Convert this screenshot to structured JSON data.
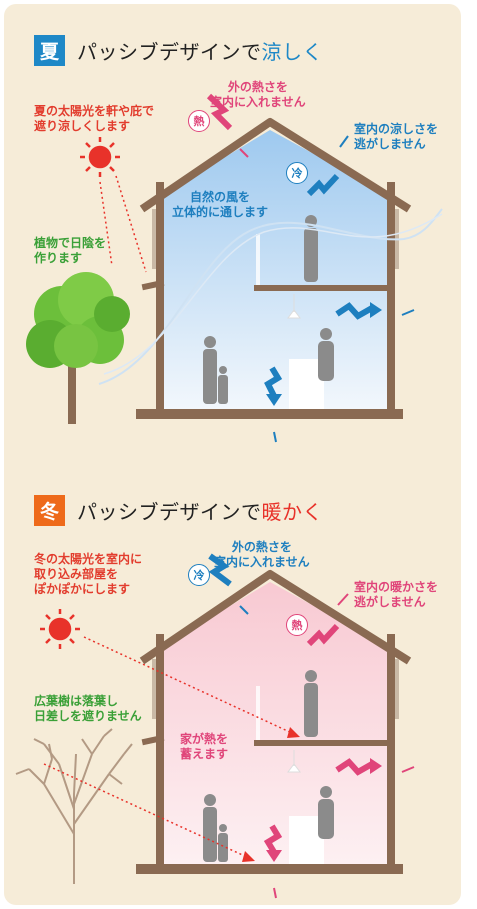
{
  "summer": {
    "badge": "夏",
    "title_main": "パッシブデザインで",
    "title_accent": "涼しく",
    "sun_note": "夏の太陽光を軒や庇で\n遮り涼しくします",
    "outside_heat_note": "外の熱さを\n室内に入れません",
    "keep_cool_note": "室内の涼しさを\n逃がしません",
    "wind_note": "自然の風を\n立体的に通します",
    "tree_note": "植物で日陰を\n作ります",
    "heat_mark": "熱",
    "cool_mark": "冷"
  },
  "winter": {
    "badge": "冬",
    "title_main": "パッシブデザインで",
    "title_accent": "暖かく",
    "sun_note": "冬の太陽光を室内に\n取り込み部屋を\nぽかぽかにします",
    "outside_cold_note": "外の熱さを\n室内に入れません",
    "keep_warm_note": "室内の暖かさを\n逃がしません",
    "tree_note": "広葉樹は落葉し\n日差しを遮りません",
    "storage_note": "家が熱を\n蓄えます",
    "heat_mark": "熱",
    "cool_mark": "冷"
  },
  "colors": {
    "summer_accent": "#1e88c7",
    "winter_accent": "#ee6a1a",
    "sun": "#e8322a",
    "hot_arrow": "#e0457a",
    "cold_arrow": "#1e7fbf",
    "house_frame": "#8a6a52"
  }
}
